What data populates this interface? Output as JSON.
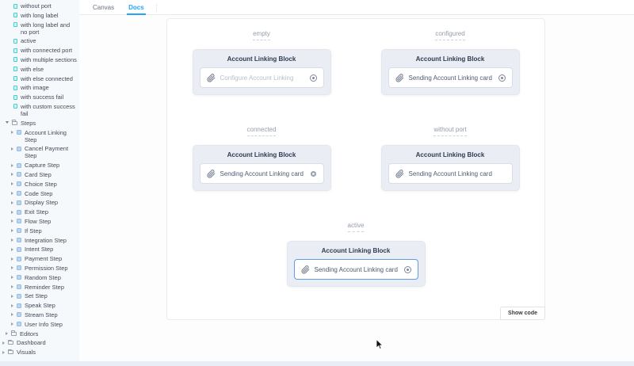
{
  "tabs": {
    "items": [
      {
        "label": "Canvas"
      },
      {
        "label": "Docs"
      }
    ],
    "active_label": "Docs"
  },
  "sidebar": {
    "stories": [
      {
        "label": "without port"
      },
      {
        "label": "with long label"
      },
      {
        "label": "with long label and no port"
      },
      {
        "label": "active"
      },
      {
        "label": "with connected port"
      },
      {
        "label": "with multiple sections"
      },
      {
        "label": "with else"
      },
      {
        "label": "with else connected"
      },
      {
        "label": "with image"
      },
      {
        "label": "with success fail"
      },
      {
        "label": "with custom success fail"
      }
    ],
    "groups": {
      "steps": {
        "label": "Steps"
      },
      "editors": {
        "label": "Editors"
      }
    },
    "steps": [
      {
        "label": "Account Linking Step"
      },
      {
        "label": "Cancel Payment Step"
      },
      {
        "label": "Capture Step"
      },
      {
        "label": "Card Step"
      },
      {
        "label": "Choice Step"
      },
      {
        "label": "Code Step"
      },
      {
        "label": "Display Step"
      },
      {
        "label": "Exit Step"
      },
      {
        "label": "Flow Step"
      },
      {
        "label": "If Step"
      },
      {
        "label": "Integration Step"
      },
      {
        "label": "Intent Step"
      },
      {
        "label": "Payment Step"
      },
      {
        "label": "Permission Step"
      },
      {
        "label": "Random Step"
      },
      {
        "label": "Reminder Step"
      },
      {
        "label": "Set Step"
      },
      {
        "label": "Speak Step"
      },
      {
        "label": "Stream Step"
      },
      {
        "label": "User Info Step"
      }
    ],
    "roots": [
      {
        "label": "Dashboard"
      },
      {
        "label": "Visuals"
      }
    ]
  },
  "docs": {
    "sections": [
      {
        "label": "empty",
        "title": "Account Linking Block",
        "row_text": "Configure Account Linking",
        "muted": true,
        "active": false,
        "port": "dot"
      },
      {
        "label": "configured",
        "title": "Account Linking Block",
        "row_text": "Sending Account Linking card",
        "muted": false,
        "active": false,
        "port": "dot"
      },
      {
        "label": "connected",
        "title": "Account Linking Block",
        "row_text": "Sending Account Linking card",
        "muted": false,
        "active": false,
        "port": "filled"
      },
      {
        "label": "without port",
        "title": "Account Linking Block",
        "row_text": "Sending Account Linking card",
        "muted": false,
        "active": false,
        "port": "none"
      },
      {
        "label": "active",
        "title": "Account Linking Block",
        "row_text": "Sending Account Linking card",
        "muted": false,
        "active": true,
        "port": "dot"
      }
    ],
    "show_code_label": "Show code"
  },
  "icons": {
    "story": "bookmark-icon",
    "step": "component-icon",
    "group": "folder-icon",
    "row": "paperclip-icon",
    "port": "port-icon",
    "pointer": "mouse-cursor"
  },
  "colors": {
    "accent": "#1ea7fd",
    "story_icon": "#3ed3cf",
    "step_icon": "#94bbe6",
    "card_bg": "#eaeef4",
    "active_border": "#5f9fe0",
    "bottom_strip": "#e9eef6"
  }
}
